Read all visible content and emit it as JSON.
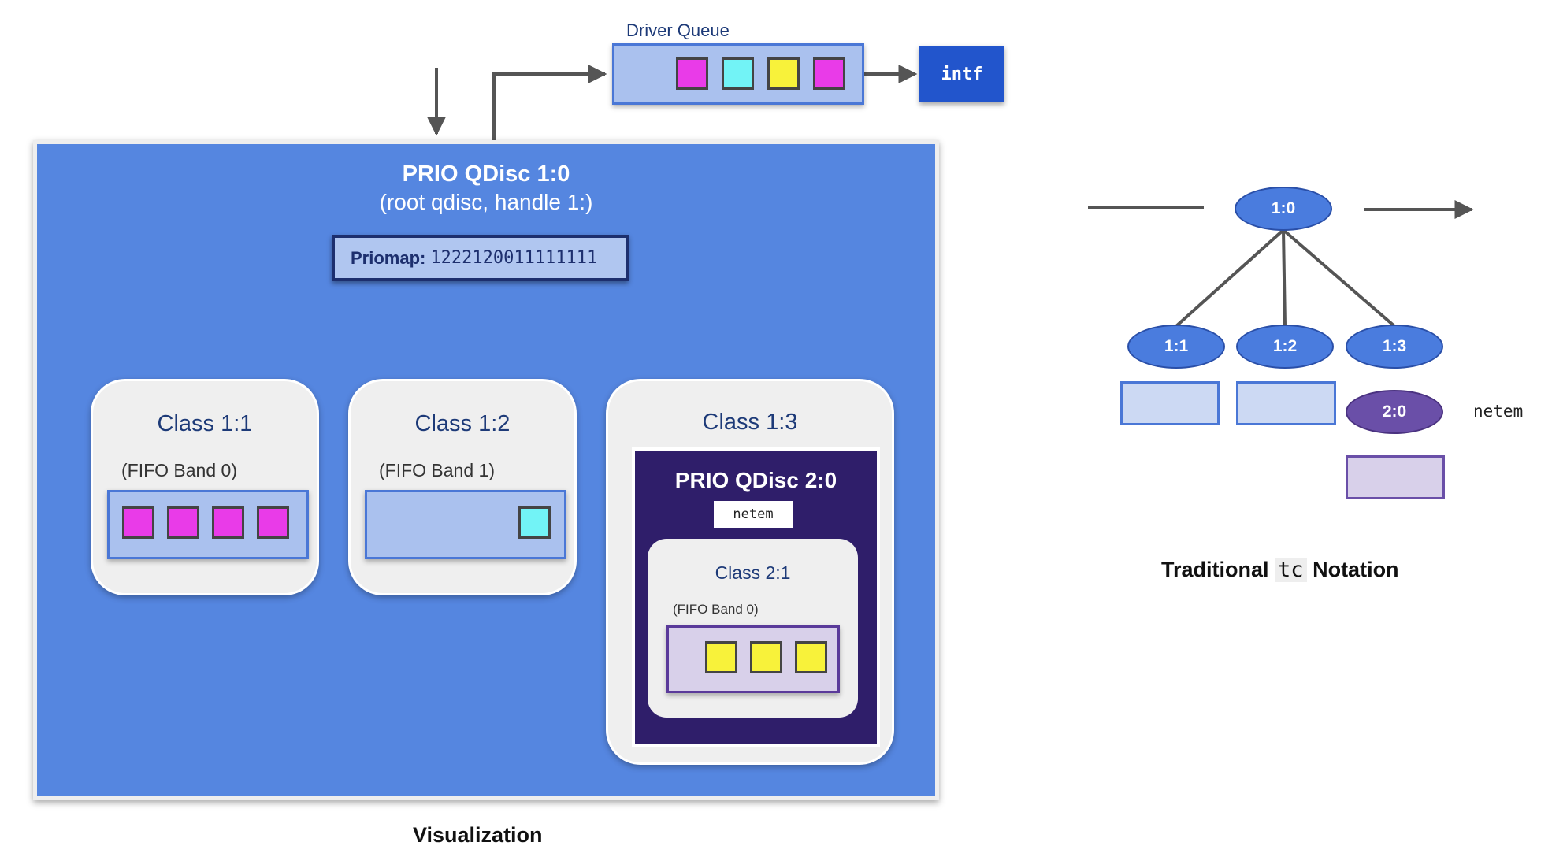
{
  "driver_queue": {
    "label": "Driver Queue",
    "packets": [
      "#e93be8",
      "#72f3f6",
      "#f8f23a",
      "#e93be8"
    ]
  },
  "interface": {
    "label": "intf"
  },
  "root_qdisc": {
    "title": "PRIO QDisc 1:0",
    "subtitle": "(root qdisc, handle 1:)",
    "priomap_label": "Priomap:",
    "priomap_value": "1222120011111111"
  },
  "classes": [
    {
      "title": "Class 1:1",
      "band": "(FIFO Band 0)",
      "packets": [
        "#e93be8",
        "#e93be8",
        "#e93be8",
        "#e93be8"
      ]
    },
    {
      "title": "Class 1:2",
      "band": "(FIFO Band 1)",
      "packets": [
        "#72f3f6"
      ]
    },
    {
      "title": "Class 1:3"
    }
  ],
  "child_qdisc": {
    "title": "PRIO QDisc 2:0",
    "tag": "netem",
    "class_title": "Class 2:1",
    "band": "(FIFO Band 0)",
    "packets": [
      "#f8f23a",
      "#f8f23a",
      "#f8f23a"
    ]
  },
  "visualization_caption": "Visualization",
  "tc_tree": {
    "root": "1:0",
    "children": [
      "1:1",
      "1:2",
      "1:3"
    ],
    "child_qdisc": "2:0",
    "child_qdisc_label": "netem",
    "caption_prefix": "Traditional",
    "caption_code": "tc",
    "caption_suffix": "Notation"
  },
  "colors": {
    "qdisc_bg": "#5586e0",
    "child_qdisc_bg": "#2f1e6a",
    "interface_bg": "#2255cc",
    "tree_node": "#4a7cde",
    "tree_netem_node": "#6a4fa8",
    "packet_magenta": "#e93be8",
    "packet_cyan": "#72f3f6",
    "packet_yellow": "#f8f23a"
  }
}
